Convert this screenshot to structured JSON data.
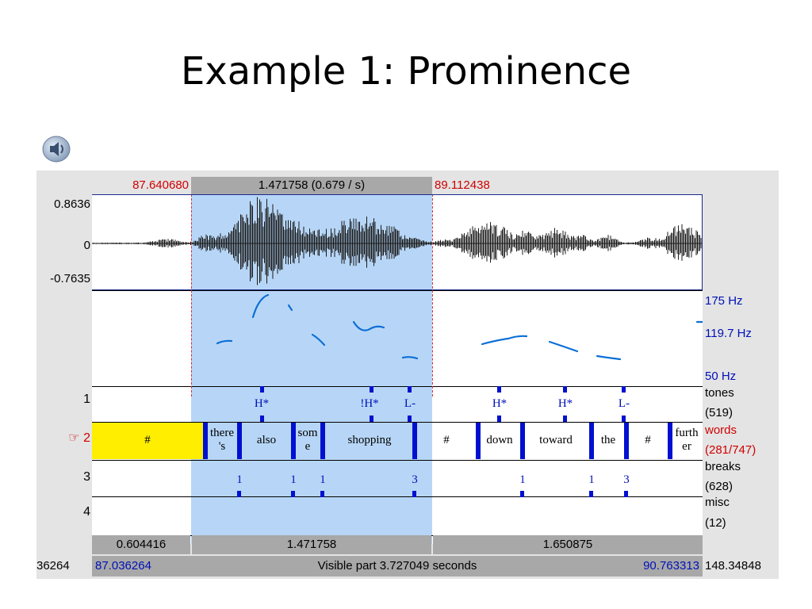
{
  "slide": {
    "title": "Example 1: Prominence"
  },
  "icons": {
    "speaker": "speaker-icon"
  },
  "editor": {
    "selection_start": "87.640680",
    "selection_duration": "1.471758 (0.679 / s)",
    "selection_end": "89.112438",
    "amp_max": "0.8636",
    "amp_zero": "0",
    "amp_min": "-0.7635",
    "pitch_top": "175 Hz",
    "pitch_mid": "119.7 Hz",
    "pitch_bottom": "50 Hz",
    "pointer_icon": "☞",
    "tiers": [
      {
        "number": "1",
        "name": "tones",
        "count": "(519)"
      },
      {
        "number": "2",
        "name": "words",
        "count": "(281/747)"
      },
      {
        "number": "3",
        "name": "breaks",
        "count": "(628)"
      },
      {
        "number": "4",
        "name": "misc",
        "count": "(12)"
      }
    ],
    "tones": [
      "H*",
      "!H*",
      "L-",
      "H*",
      "H*",
      "L-"
    ],
    "words": [
      "#",
      "there 's",
      "also",
      "som e",
      "shopping",
      "#",
      "down",
      "toward",
      "the",
      "#",
      "furth er"
    ],
    "breaks": [
      "1",
      "1",
      "1",
      "3",
      "1",
      "1",
      "3"
    ],
    "bottom_durations": [
      "0.604416",
      "1.471758",
      "1.650875"
    ],
    "visible_left_outer": "36264",
    "visible_start": "87.036264",
    "visible_label": "Visible part 3.727049 seconds",
    "visible_end": "90.763313",
    "visible_right_outer": "148.34848"
  }
}
